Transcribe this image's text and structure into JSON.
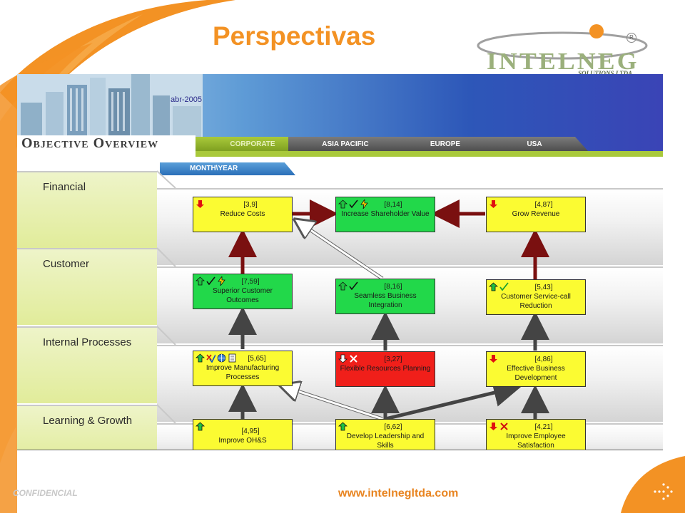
{
  "slide": {
    "title": "Perspectivas",
    "confidential": "CONFIDENCIAL",
    "url": "www.intelnegltda.com"
  },
  "logo": {
    "name": "INTELNEG",
    "subtitle": "SOLUTIONS LTDA.",
    "registered": "R"
  },
  "header": {
    "date": "abr-2005",
    "title": "Objective Overview"
  },
  "tabs": [
    {
      "label": "CORPORATE",
      "active": true
    },
    {
      "label": "ASIA PACIFIC",
      "active": false
    },
    {
      "label": "EUROPE",
      "active": false
    },
    {
      "label": "USA",
      "active": false
    }
  ],
  "period_tab": "MONTH\\YEAR",
  "perspectives": [
    "Financial",
    "Customer",
    "Internal Processes",
    "Learning & Growth"
  ],
  "objectives": {
    "reduce_costs": {
      "value": "[3,9]",
      "label": "Reduce Costs",
      "color": "yellow",
      "icons": [
        "arrow-down-red-icon"
      ]
    },
    "increase_shareholder": {
      "value": "[8,14]",
      "label": "Increase Shareholder Value",
      "color": "green",
      "icons": [
        "arrow-up-green-icon",
        "check-icon",
        "lightning-icon"
      ]
    },
    "grow_revenue": {
      "value": "[4,87]",
      "label": "Grow Revenue",
      "color": "yellow",
      "icons": [
        "arrow-down-red-icon"
      ]
    },
    "superior_customer": {
      "value": "[7,59]",
      "label": "Superior Customer Outcomes",
      "color": "green",
      "icons": [
        "arrow-up-green-icon",
        "check-icon",
        "lightning-icon"
      ]
    },
    "seamless_business": {
      "value": "[8,16]",
      "label": "Seamless Business Integration",
      "color": "green",
      "icons": [
        "arrow-up-green-icon",
        "check-icon"
      ]
    },
    "customer_service": {
      "value": "[5,43]",
      "label": "Customer Service-call Reduction",
      "color": "yellow",
      "icons": [
        "arrow-up-green-icon",
        "check-icon"
      ]
    },
    "improve_manufacturing": {
      "value": "[5,65]",
      "label": "Improve Manufacturing Processes",
      "color": "yellow",
      "icons": [
        "arrow-up-green-icon",
        "cross-check-icon",
        "globe-icon",
        "document-icon"
      ]
    },
    "flexible_resources": {
      "value": "[3,27]",
      "label": "Flexible Resources Planning",
      "color": "red",
      "icons": [
        "arrow-down-white-icon",
        "cross-icon"
      ]
    },
    "effective_business": {
      "value": "[4,86]",
      "label": "Effective Business Development",
      "color": "yellow",
      "icons": [
        "arrow-down-red-icon"
      ]
    },
    "improve_ohs": {
      "value": "[4,95]",
      "label": "Improve OH&S",
      "color": "yellow",
      "icons": [
        "arrow-up-green-icon"
      ]
    },
    "develop_leadership": {
      "value": "[6,62]",
      "label": "Develop Leadership and Skills",
      "color": "yellow",
      "icons": [
        "arrow-up-green-icon"
      ]
    },
    "improve_employee": {
      "value": "[4,21]",
      "label": "Improve Employee Satisfaction",
      "color": "yellow",
      "icons": [
        "arrow-down-red-icon",
        "cross-icon"
      ]
    }
  },
  "colors": {
    "title_orange": "#f39224",
    "accent_green": "#a9c93b",
    "box_yellow": "#fbfb32",
    "box_green": "#22d84a",
    "box_red": "#f01f1a",
    "arrow_dark_red": "#7a1010",
    "arrow_gray": "#444444"
  }
}
